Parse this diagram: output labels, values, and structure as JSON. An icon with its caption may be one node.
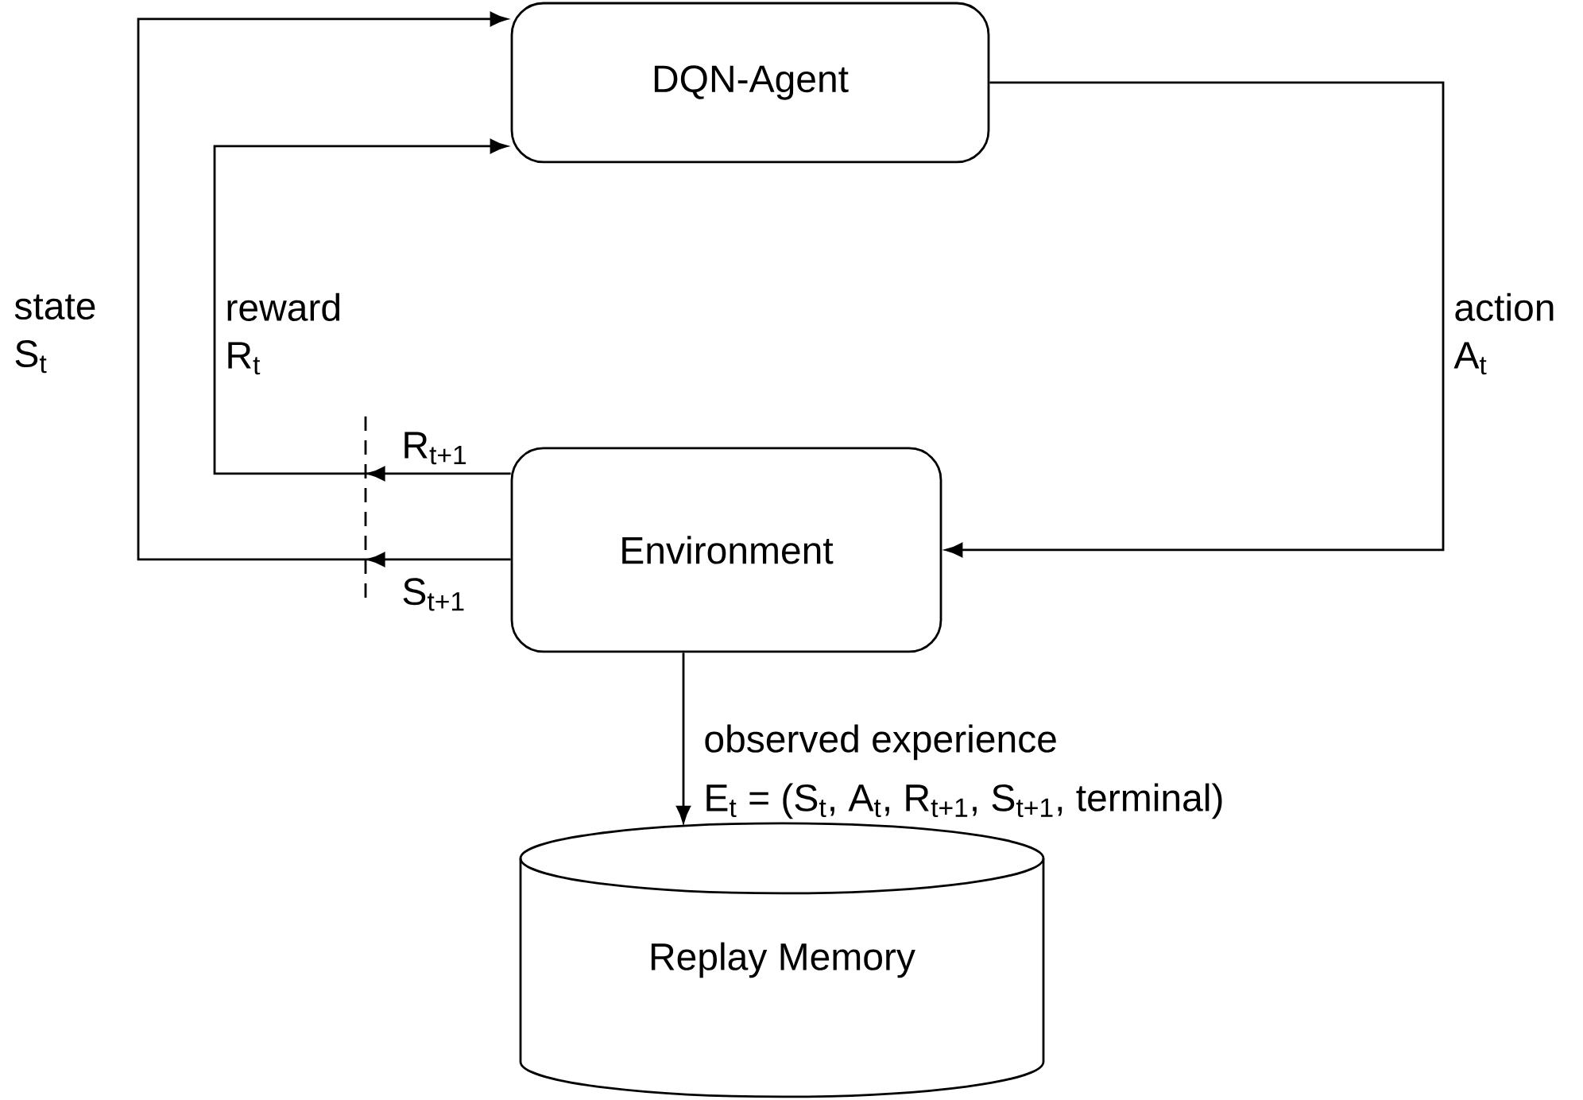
{
  "diagram": {
    "nodes": [
      {
        "text": [
          "DQN-Agent"
        ]
      },
      {
        "text": [
          "Environment"
        ]
      },
      {
        "text": [
          "Replay Memory"
        ]
      }
    ],
    "edges": [
      {
        "from": 0,
        "to": 1,
        "arrow": "to",
        "label": "action A$_{t}$"
      },
      {
        "from": 1,
        "to": 0,
        "arrow": "to",
        "label": "state S$_{t}$"
      },
      {
        "from": 1,
        "to": 0,
        "arrow": "to",
        "label": "reward R$_{t}$"
      },
      {
        "from": 1,
        "to": 2,
        "arrow": "to",
        "label": "observed experience"
      }
    ],
    "labels": [
      "R$_{t+1}$",
      "S$_{t+1}$",
      "E$_{t}$ = (S$_{t}$, A$_{t}$, R$_{t+1}$, S$_{t+1}$, terminal)"
    ]
  }
}
